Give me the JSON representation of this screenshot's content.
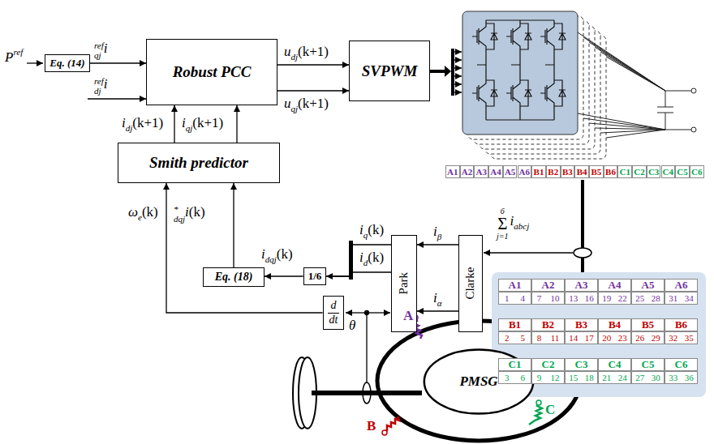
{
  "diagram": {
    "nodes": [
      {
        "text": [
          "Eq. (14)"
        ]
      },
      {
        "text": [
          "Robust PCC"
        ]
      },
      {
        "text": [
          "SVPWM"
        ]
      },
      {
        "text": [
          "Smith predictor"
        ]
      },
      {
        "text": [
          "Eq. (18)"
        ]
      },
      {
        "text": [
          "1/6"
        ]
      },
      {
        "text": [
          "Park"
        ]
      },
      {
        "text": [
          "Clarke"
        ]
      },
      {
        "text": [
          "d",
          "dt"
        ]
      },
      {
        "text": [
          "PMSG"
        ]
      }
    ],
    "edges": [
      {
        "from": 0,
        "to": 1,
        "arrow": "to"
      },
      {
        "from": 1,
        "to": 2,
        "arrow": "to"
      },
      {
        "from": 1,
        "to": 2,
        "arrow": "to"
      },
      {
        "from": 3,
        "to": 1,
        "arrow": "to"
      },
      {
        "from": 3,
        "to": 1,
        "arrow": "to"
      },
      {
        "from": 4,
        "to": 3,
        "arrow": "to"
      },
      {
        "from": 5,
        "to": 4,
        "arrow": "to"
      },
      {
        "from": 6,
        "to": 5,
        "arrow": "to"
      },
      {
        "from": 6,
        "to": 5,
        "arrow": "to"
      },
      {
        "from": 7,
        "to": 6,
        "arrow": "to"
      },
      {
        "from": 7,
        "to": 6,
        "arrow": "to"
      },
      {
        "from": 8,
        "to": 3,
        "arrow": "to"
      }
    ],
    "labels": [
      "P",
      "ref",
      "i",
      "ref",
      "qj",
      "i",
      "ref",
      "dj",
      "u",
      "dj",
      "(k+1)",
      "u",
      "qj",
      "(k+1)",
      "i",
      "dj",
      "(k+1)",
      "i",
      "qj",
      "(k+1)",
      "ω",
      "e",
      "(k)",
      "i",
      "*",
      "dqj",
      "(k)",
      "i",
      "dqj",
      "(k)",
      "i",
      "q",
      "(k)",
      "i",
      "d",
      "(k)",
      "i",
      "β",
      "i",
      "α",
      "θ",
      "6",
      "Σ",
      "j=1",
      "i",
      "abcj",
      "A",
      "B",
      "C",
      "A1",
      "A2",
      "A3",
      "A4",
      "A5",
      "A6",
      "B1",
      "B2",
      "B3",
      "B4",
      "B5",
      "B6",
      "C1",
      "C2",
      "C3",
      "C4",
      "C5",
      "C6",
      "A1",
      "A2",
      "A3",
      "A4",
      "A5",
      "A6",
      "1",
      "4",
      "7",
      "10",
      "13",
      "16",
      "19",
      "22",
      "25",
      "28",
      "31",
      "34",
      "B1",
      "B2",
      "B3",
      "B4",
      "B5",
      "B6",
      "2",
      "5",
      "8",
      "11",
      "14",
      "17",
      "20",
      "23",
      "26",
      "29",
      "32",
      "35",
      "C1",
      "C2",
      "C3",
      "C4",
      "C5",
      "C6",
      "3",
      "6",
      "9",
      "12",
      "15",
      "18",
      "21",
      "24",
      "27",
      "30",
      "33",
      "36"
    ]
  }
}
